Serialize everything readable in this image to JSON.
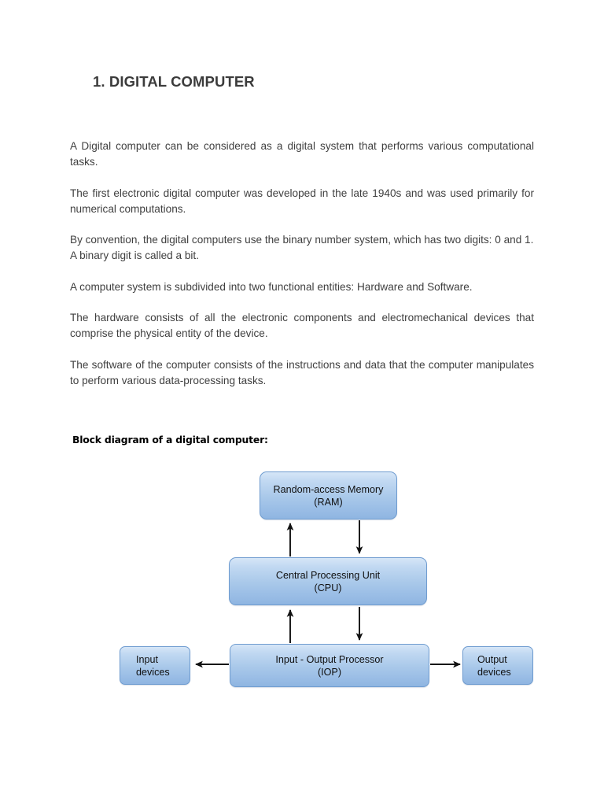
{
  "document": {
    "title": "1. DIGITAL COMPUTER",
    "paragraphs": [
      {
        "id": "p1",
        "text": "A Digital computer can be considered as a digital system that performs various computational tasks.",
        "align": "justify"
      },
      {
        "id": "p2",
        "text": "The first electronic digital computer was developed in the late 1940s and was used primarily for numerical computations.",
        "align": "justify"
      },
      {
        "id": "p3",
        "text": "By convention, the digital computers use the binary number system, which has two digits: 0 and 1. A binary digit is called a bit.",
        "align": "left"
      },
      {
        "id": "p4",
        "text": "A computer system is subdivided into two functional entities: Hardware and Software.",
        "align": "left"
      },
      {
        "id": "p5",
        "text": "The hardware consists of all the electronic components and electromechanical devices that comprise the physical entity of the device.",
        "align": "justify"
      },
      {
        "id": "p6",
        "text": "The software of the computer consists of the instructions and data that the computer manipulates to perform various data-processing tasks.",
        "align": "justify"
      }
    ]
  },
  "figure": {
    "caption": "Block diagram of a digital computer:",
    "nodes": [
      {
        "id": "ram",
        "line1": "Random-access Memory",
        "line2": "(RAM)"
      },
      {
        "id": "cpu",
        "line1": "Central Processing Unit",
        "line2": "(CPU)"
      },
      {
        "id": "iop",
        "line1": "Input - Output Processor",
        "line2": "(IOP)"
      },
      {
        "id": "input",
        "line1": "Input",
        "line2": "devices"
      },
      {
        "id": "output",
        "line1": "Output",
        "line2": "devices"
      }
    ],
    "connections": [
      {
        "from": "cpu",
        "to": "ram",
        "direction": "up"
      },
      {
        "from": "ram",
        "to": "cpu",
        "direction": "down"
      },
      {
        "from": "iop",
        "to": "cpu",
        "direction": "up"
      },
      {
        "from": "cpu",
        "to": "iop",
        "direction": "down"
      },
      {
        "from": "iop",
        "to": "input",
        "direction": "left"
      },
      {
        "from": "iop",
        "to": "output",
        "direction": "right"
      }
    ],
    "colors": {
      "node_fill_top": "#d6e6f7",
      "node_fill_bottom": "#8fb5e1",
      "node_border": "#6f9cd0",
      "arrow": "#111111",
      "node_text": "#101010"
    }
  },
  "theme": {
    "page_background": "#ffffff",
    "body_text": "#3f3f3f",
    "heading_text": "#3b3b3b",
    "caption_text": "#000000"
  }
}
